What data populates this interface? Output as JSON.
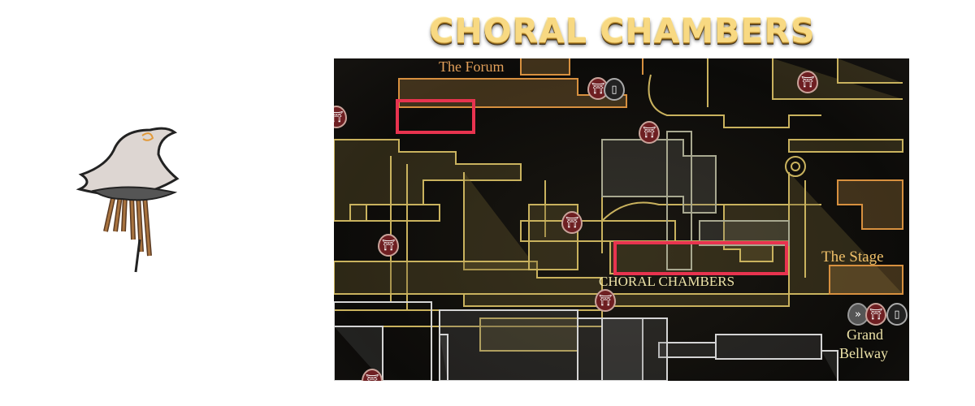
{
  "title": "CHORAL CHAMBERS",
  "map": {
    "labels": {
      "forum": "The Forum",
      "stage": "The Stage",
      "choral": "CHORAL CHAMBERS",
      "bellway_1": "Grand",
      "bellway_2": "Bellway"
    },
    "highlight_color": "#e8334f",
    "markers": [
      "bench-icon",
      "bench-icon",
      "bench-icon",
      "bench-icon",
      "bench-icon",
      "bench-icon",
      "bench-icon",
      "bench-icon",
      "bench-icon",
      "vendor-icon",
      "vendor-icon",
      "fast-travel-icon"
    ]
  },
  "colors": {
    "title": "#f8d982",
    "map_gold": "#c9b25e",
    "map_orange": "#d7903f",
    "map_grey": "#cfcfcf"
  }
}
